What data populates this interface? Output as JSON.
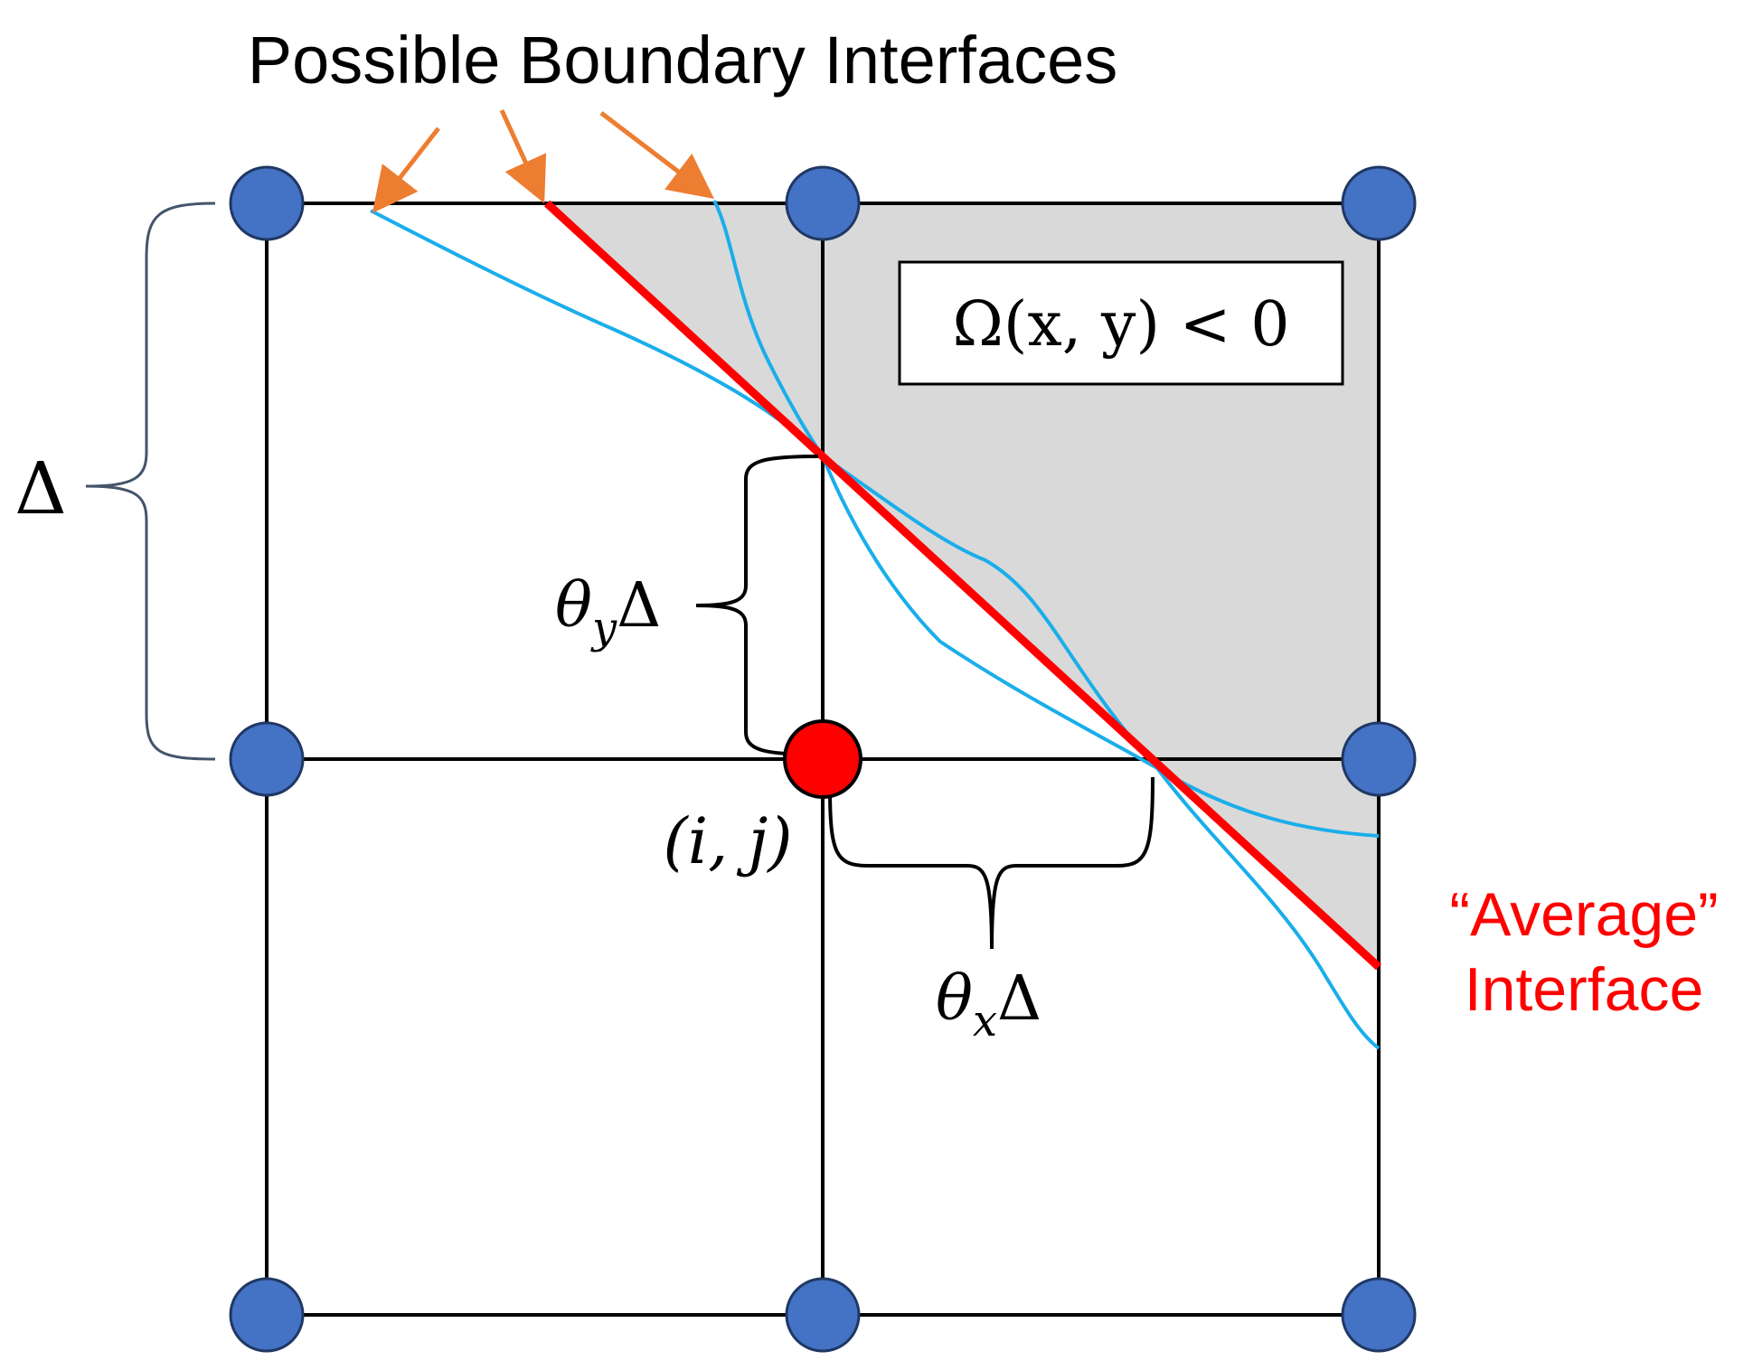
{
  "title": "Possible Boundary Interfaces",
  "region_label": "Ω(x, y) < 0",
  "node_label": "(i, j)",
  "spacing_label": "Δ",
  "theta_y": {
    "symbol": "θ",
    "sub": "y",
    "suffix": "Δ"
  },
  "theta_x": {
    "symbol": "θ",
    "sub": "x",
    "suffix": "Δ"
  },
  "average_label": {
    "line1": "“Average”",
    "line2": "Interface"
  },
  "colors": {
    "grid": "#000000",
    "node": "#4472c4",
    "node_highlight": "#ff0000",
    "fill_region": "#d9d9d9",
    "average_interface": "#ff0000",
    "possible_interface": "#1aaeea",
    "arrow": "#ed7d31",
    "brace_left": "#44546a"
  }
}
